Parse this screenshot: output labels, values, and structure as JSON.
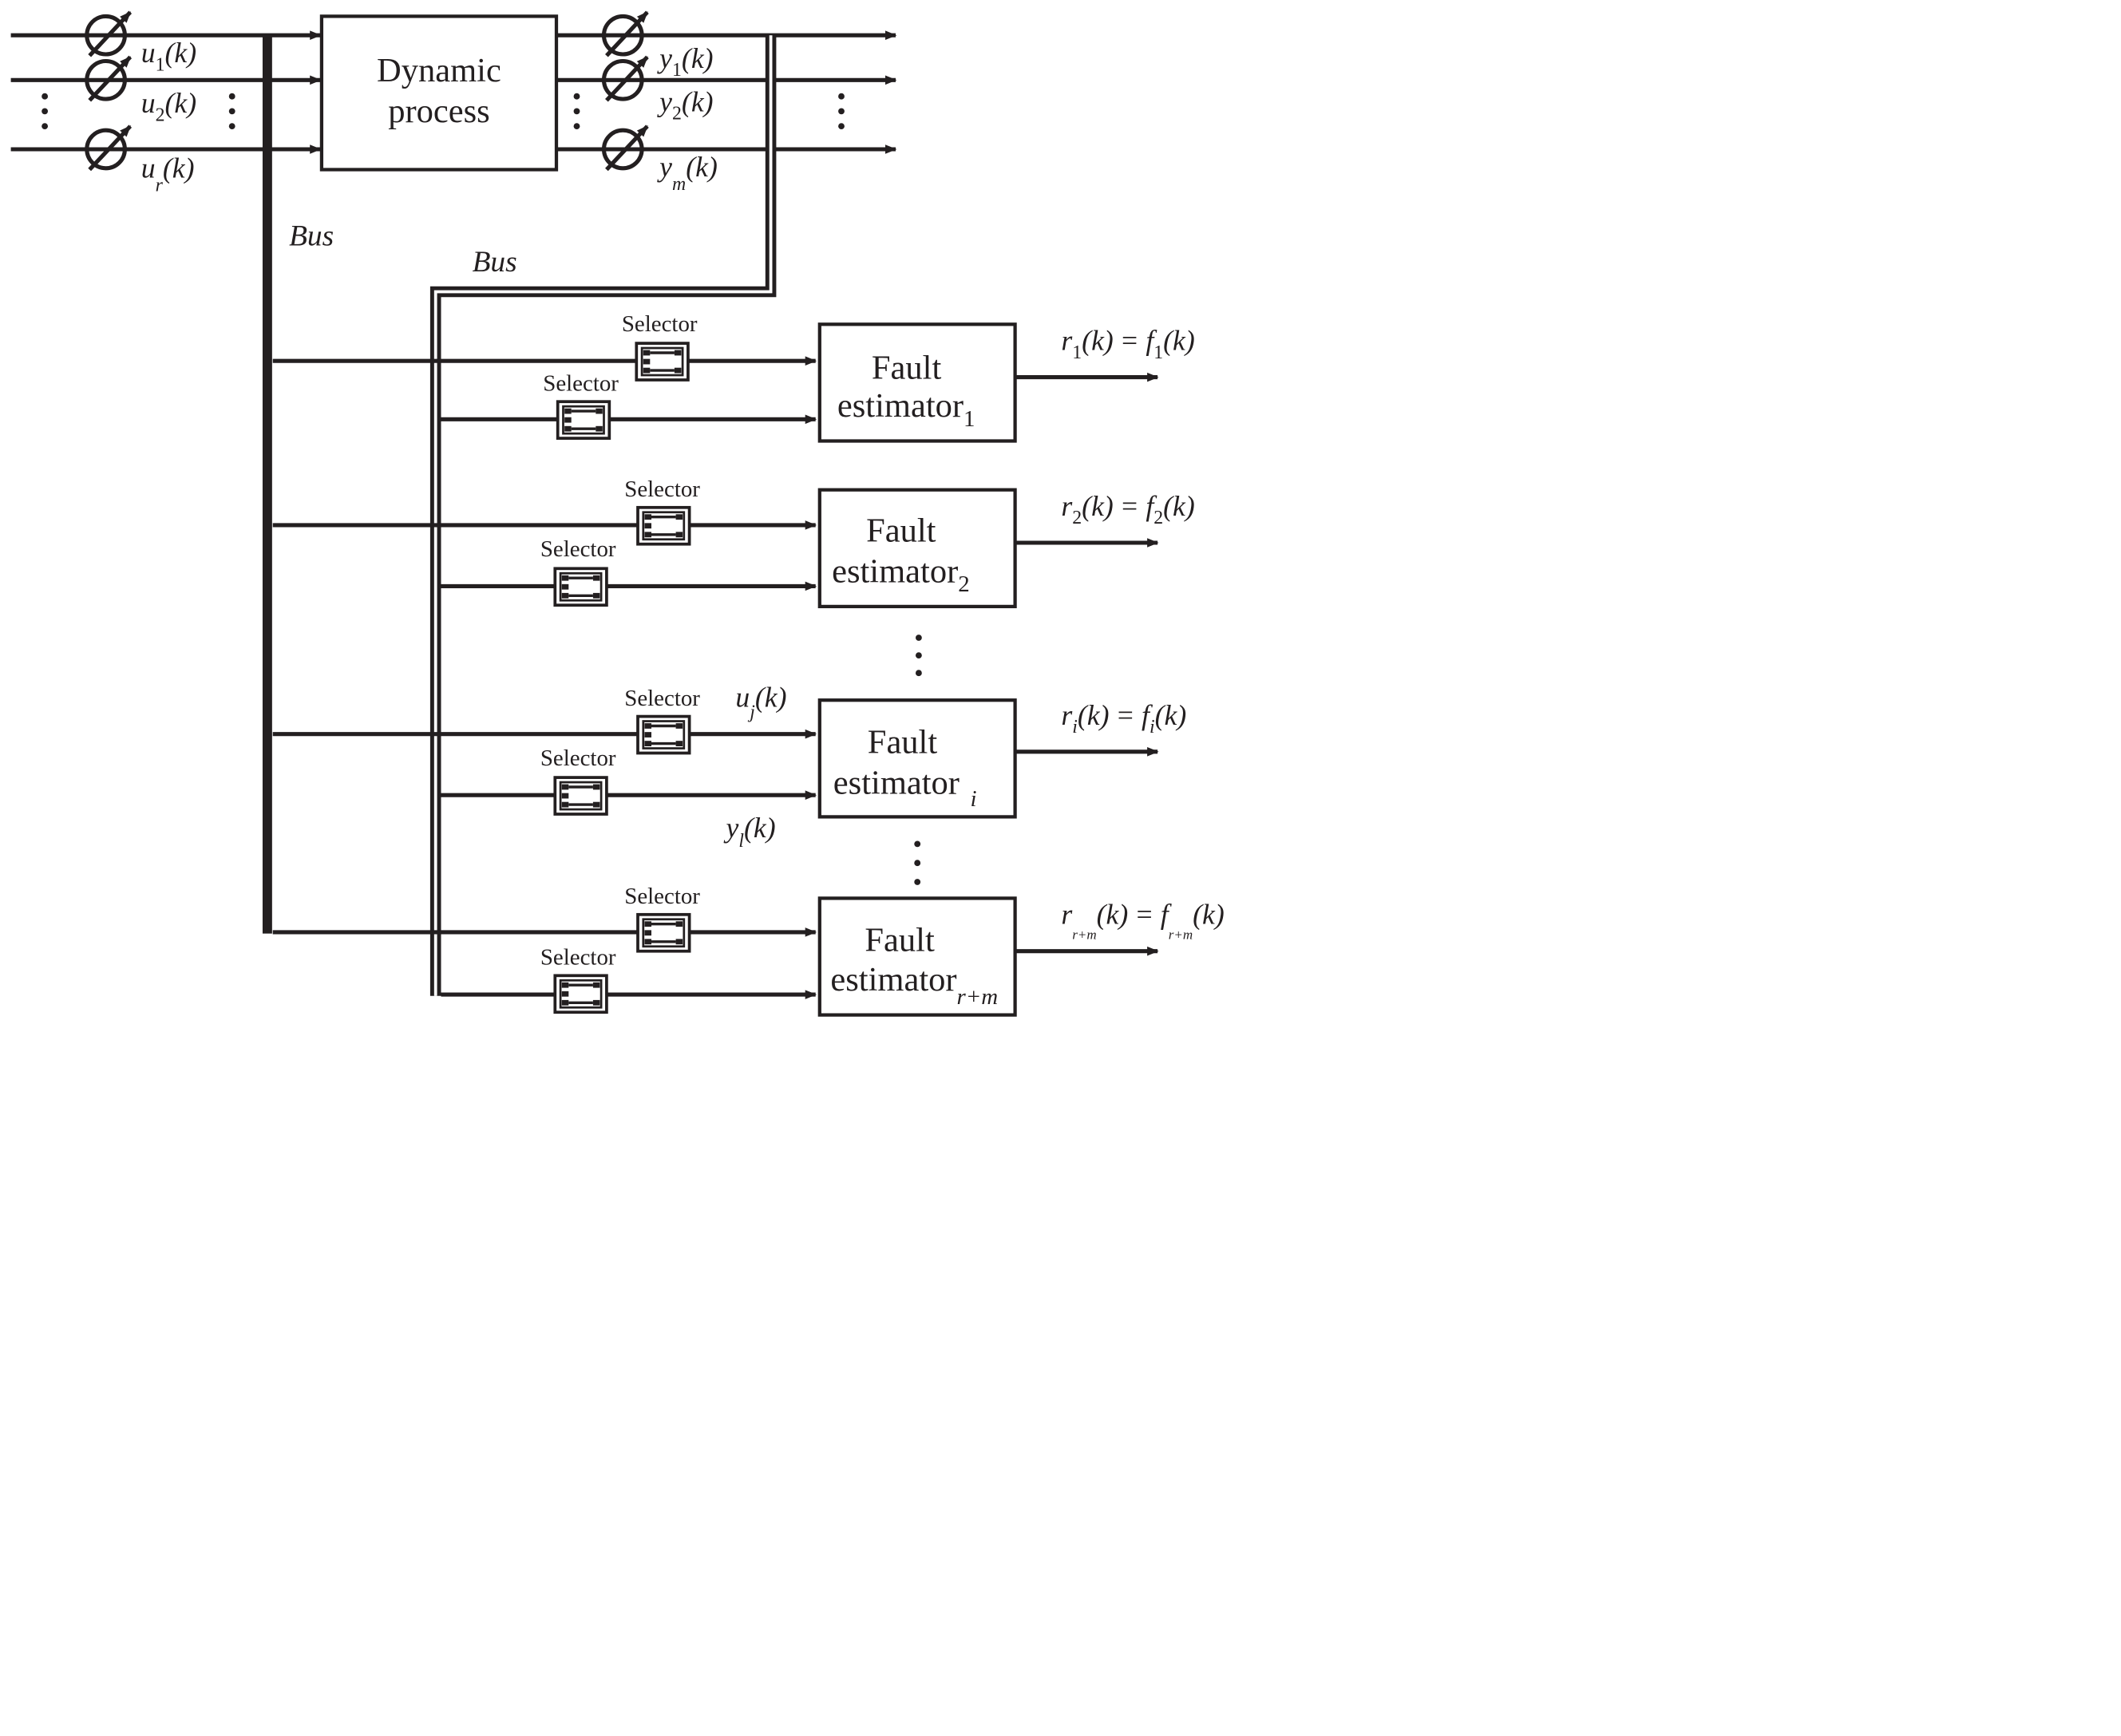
{
  "process": {
    "title_line1": "Dynamic",
    "title_line2": "process"
  },
  "bus_label": "Bus",
  "selector_label": "Selector",
  "inputs": [
    {
      "var": "u",
      "sub": "1",
      "arg": "(k)"
    },
    {
      "var": "u",
      "sub": "2",
      "arg": "(k)"
    },
    {
      "var": "u",
      "sub": "r",
      "arg": "(k)"
    }
  ],
  "outputs": [
    {
      "var": "y",
      "sub": "1",
      "arg": "(k)"
    },
    {
      "var": "y",
      "sub": "2",
      "arg": "(k)"
    },
    {
      "var": "y",
      "sub": "m",
      "arg": "(k)"
    }
  ],
  "estimators": [
    {
      "line1": "Fault",
      "line2": "estimator",
      "sub": "1",
      "res": {
        "r_sub": "1",
        "f_sub": "1"
      }
    },
    {
      "line1": "Fault",
      "line2": "estimator",
      "sub": "2",
      "res": {
        "r_sub": "2",
        "f_sub": "2"
      }
    },
    {
      "line1": "Fault",
      "line2": "estimator",
      "sub": "i",
      "res": {
        "r_sub": "i",
        "f_sub": "i"
      }
    },
    {
      "line1": "Fault",
      "line2": "estimator",
      "sub": "r+m",
      "res": {
        "r_sub": "r+m",
        "f_sub": "r+m"
      }
    }
  ],
  "residual": {
    "r": "r",
    "f": "f",
    "arg": "(k)",
    "eq": "="
  },
  "signal_uj": {
    "var": "u",
    "sub": "j",
    "arg": "(k)"
  },
  "signal_yl": {
    "var": "y",
    "sub": "l",
    "arg": "(k)"
  },
  "colors": {
    "ink": "#231f20",
    "background": "#ffffff"
  }
}
